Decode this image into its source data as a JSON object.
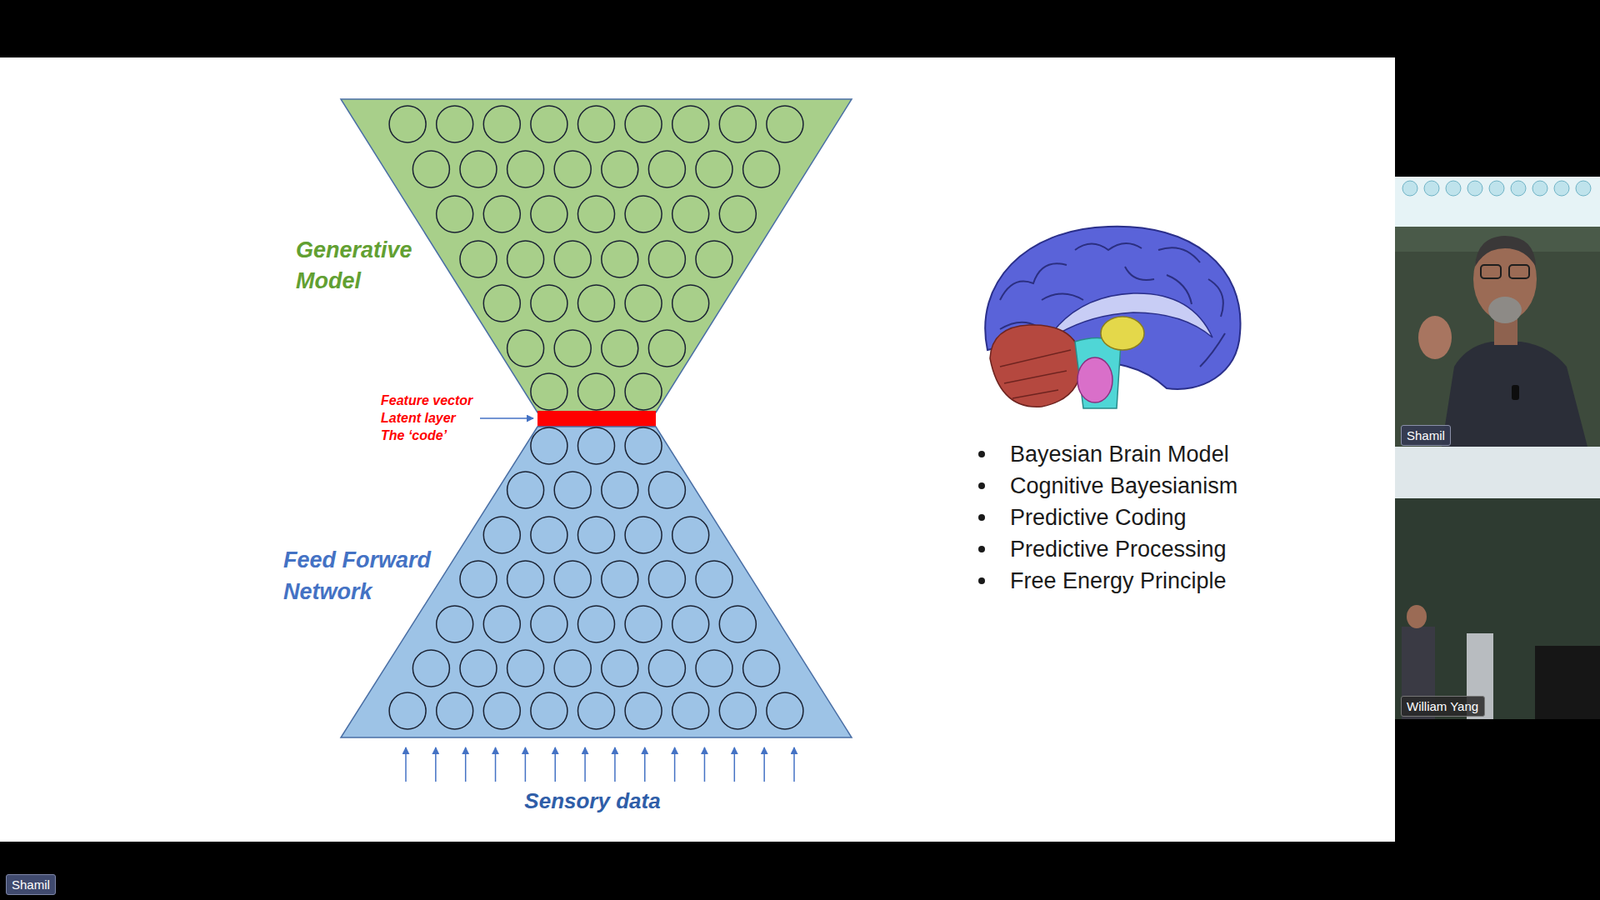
{
  "diagram": {
    "nodes": [
      {
        "text": [
          "Generative Model"
        ]
      },
      {
        "text": [
          "Feature vector Latent layer The ‘code’"
        ]
      },
      {
        "text": [
          "Feed Forward Network"
        ]
      },
      {
        "text": [
          "Shamil"
        ]
      },
      {
        "text": [
          "William Yang"
        ]
      },
      {
        "text": [
          "Shamil"
        ]
      }
    ],
    "labels": [
      "Sensory data",
      "Bayesian Brain Model",
      "Cognitive Bayesianism",
      "Predictive Coding",
      "Predictive Processing",
      "Free Energy Principle"
    ]
  }
}
